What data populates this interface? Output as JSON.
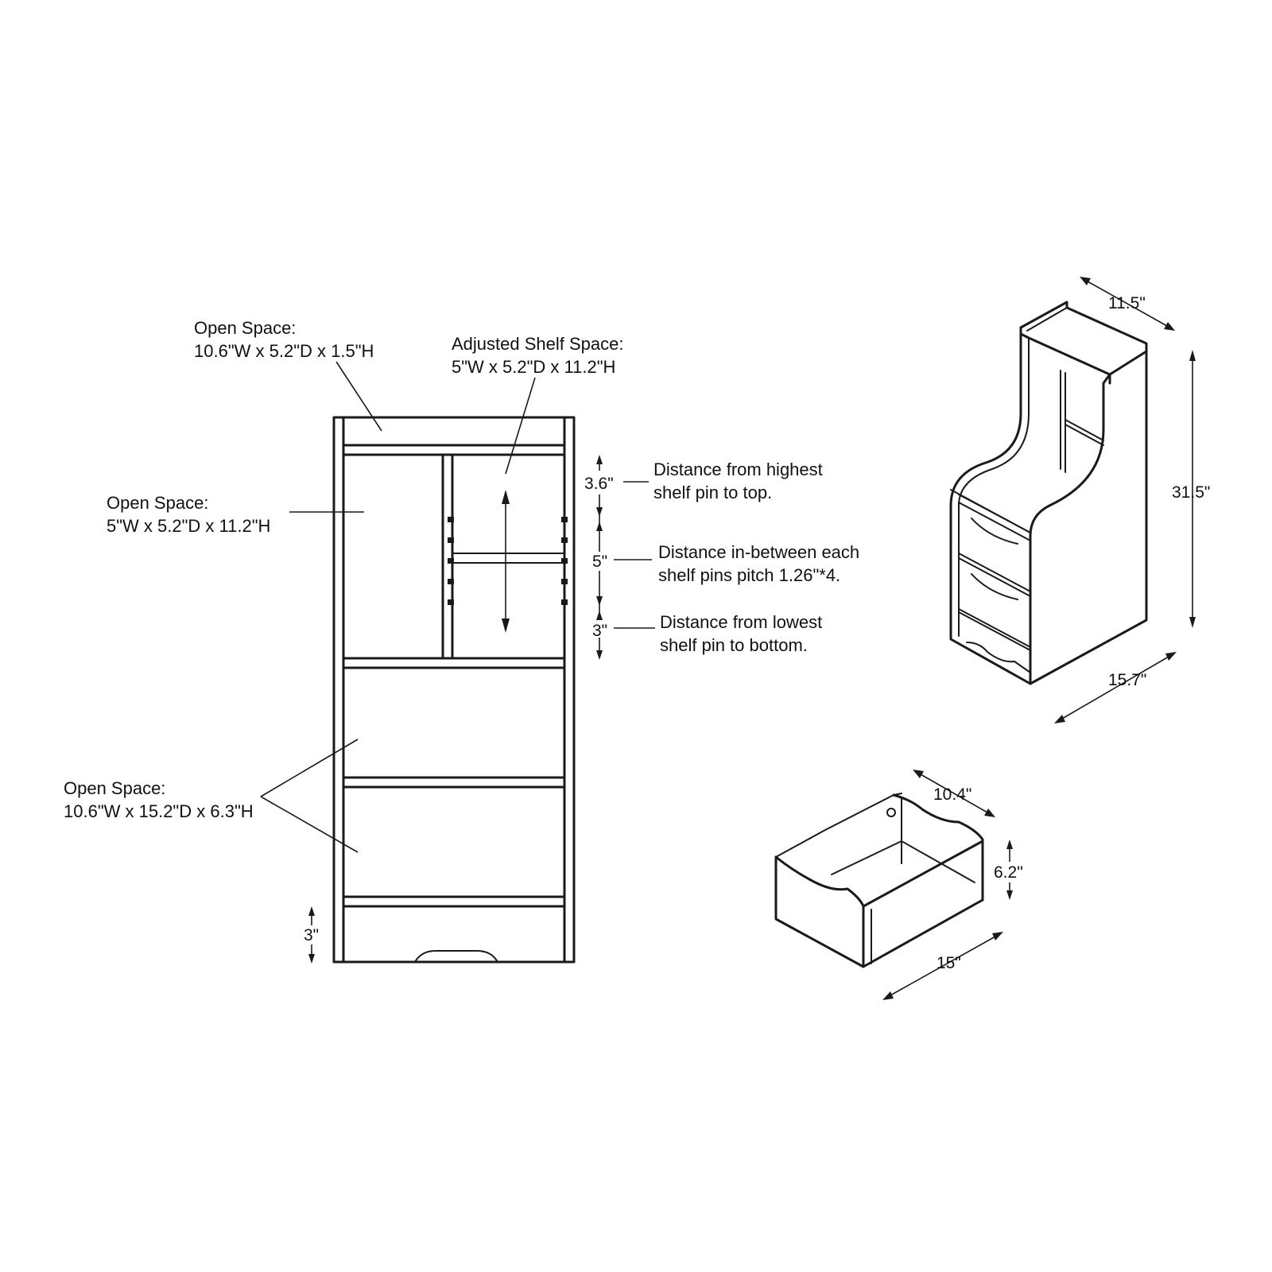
{
  "annotations": {
    "top_open_space": {
      "line1": "Open Space:",
      "line2": "10.6\"W x 5.2\"D x 1.5\"H"
    },
    "adjusted_shelf": {
      "line1": "Adjusted Shelf Space:",
      "line2": "5\"W x 5.2\"D x 11.2\"H"
    },
    "left_open_space": {
      "line1": "Open Space:",
      "line2": "5\"W x 5.2\"D x 11.2\"H"
    },
    "bottom_open_space": {
      "line1": "Open Space:",
      "line2": "10.6\"W x 15.2\"D x 6.3\"H"
    },
    "pin_top": {
      "value": "3.6\"",
      "line1": "Distance from highest",
      "line2": "shelf pin to top."
    },
    "pin_pitch": {
      "value": "5\"",
      "line1": "Distance in-between each",
      "line2": "shelf pins pitch 1.26\"*4."
    },
    "pin_bottom": {
      "value": "3\"",
      "line1": "Distance from lowest",
      "line2": "shelf pin to bottom."
    },
    "base_height": "3\""
  },
  "cabinet_dims": {
    "depth": "11.5\"",
    "height": "31.5\"",
    "width": "15.7\""
  },
  "drawer_dims": {
    "depth": "10.4\"",
    "height": "6.2\"",
    "width": "15\""
  }
}
